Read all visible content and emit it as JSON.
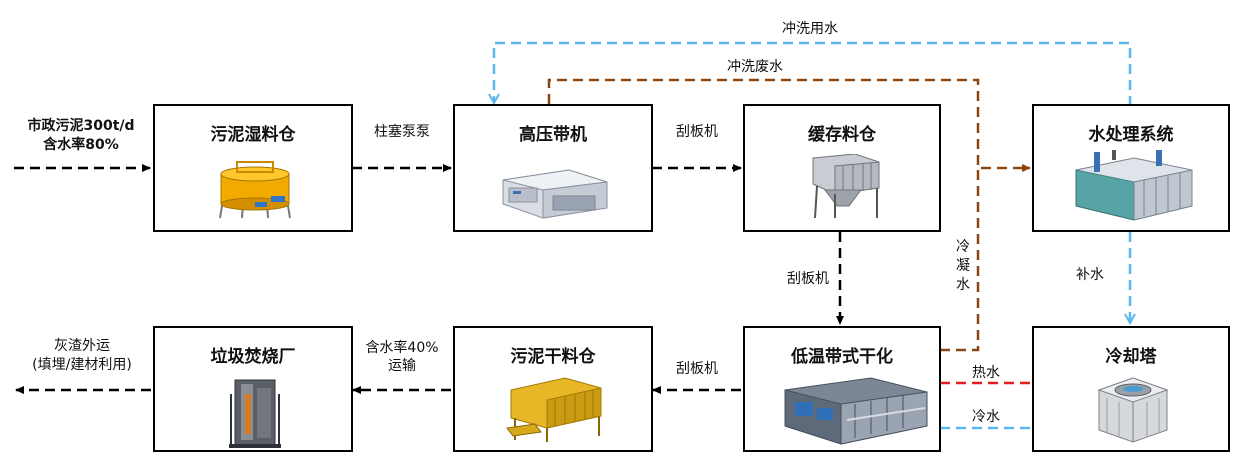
{
  "boxes": {
    "wet_silo": "污泥湿料仓",
    "belt_press": "高压带机",
    "buffer_silo": "缓存料仓",
    "water_treatment": "水处理系统",
    "incinerator": "垃圾焚烧厂",
    "dry_silo": "污泥干料仓",
    "dryer": "低温带式干化",
    "cooling_tower": "冷却塔"
  },
  "labels": {
    "input_line1": "市政污泥300t/d",
    "input_line2": "含水率80%",
    "piston_pump": "柱塞泵泵",
    "scraper_1": "刮板机",
    "scraper_2": "刮板机",
    "scraper_3": "刮板机",
    "flush_water": "冲洗用水",
    "flush_waste": "冲洗废水",
    "condensate_1": "冷",
    "condensate_2": "凝",
    "condensate_3": "水",
    "makeup_water": "补水",
    "hot_water": "热水",
    "cold_water": "冷水",
    "moisture_line1": "含水率40%",
    "moisture_line2": "运输",
    "ash_line1": "灰渣外运",
    "ash_line2": "(填埋/建材利用)"
  },
  "colors": {
    "black_flow": "#000000",
    "blue_flow": "#5bb8ee",
    "brown_flow": "#8b4513",
    "red_flow": "#e02020"
  }
}
